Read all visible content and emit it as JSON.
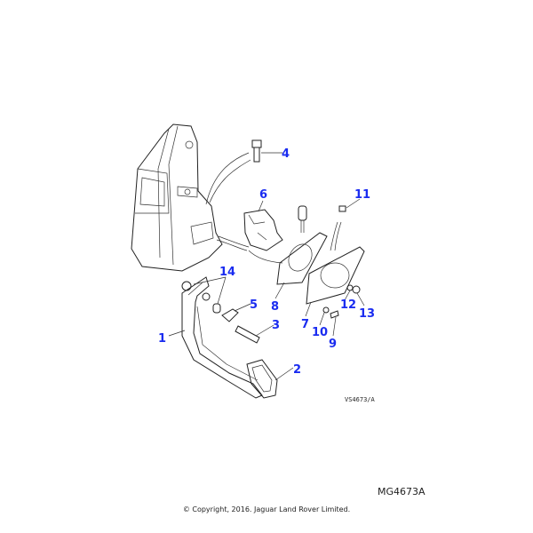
{
  "diagram": {
    "reference": "VS4673/A",
    "code": "MG4673A",
    "copyright": "© Copyright, 2016. Jaguar Land Rover Limited.",
    "label_color": "#1a2cf0",
    "callouts": [
      {
        "id": "1"
      },
      {
        "id": "2"
      },
      {
        "id": "3"
      },
      {
        "id": "4"
      },
      {
        "id": "5"
      },
      {
        "id": "6"
      },
      {
        "id": "7"
      },
      {
        "id": "8"
      },
      {
        "id": "9"
      },
      {
        "id": "10"
      },
      {
        "id": "11"
      },
      {
        "id": "12"
      },
      {
        "id": "13"
      },
      {
        "id": "14"
      }
    ]
  }
}
